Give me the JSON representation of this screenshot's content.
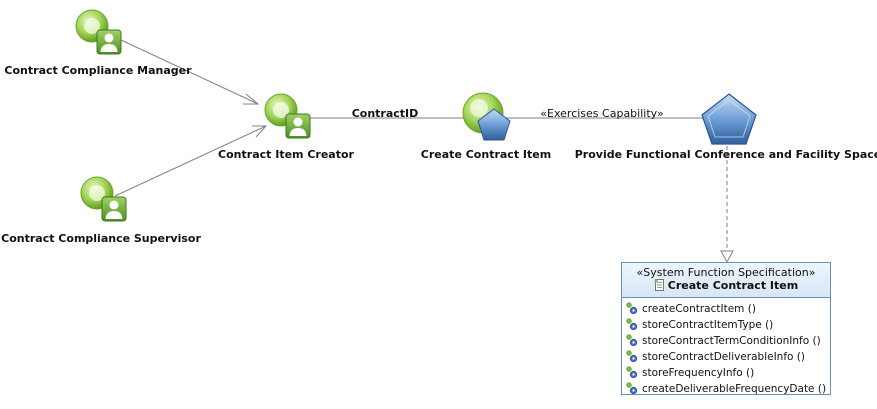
{
  "actors": [
    {
      "label": "Contract Compliance Manager",
      "icon": "actor-role-icon"
    },
    {
      "label": "Contract Compliance Supervisor",
      "icon": "actor-role-icon"
    },
    {
      "label": "Contract Item Creator",
      "icon": "actor-role-icon"
    }
  ],
  "function_node": {
    "label": "Create Contract Item",
    "icon": "system-function-icon"
  },
  "capability_node": {
    "label": "Provide Functional Conference and Facility Space",
    "icon": "capability-pentagon-icon"
  },
  "edges": {
    "contract_id_label": "ContractID",
    "exercises_label": "«Exercises Capability»"
  },
  "spec": {
    "stereotype": "«System Function Specification»",
    "title": "Create Contract Item",
    "operations": [
      "createContractItem ()",
      "storeContractItemType ()",
      "storeContractTermConditionInfo ()",
      "storeContractDeliverableInfo ()",
      "storeFrequencyInfo ()",
      "createDeliverableFrequencyDate ()"
    ]
  },
  "colors": {
    "actor_green": "#8cc63f",
    "actor_card": "#5aa02c",
    "pentagon_blue": "#5d8fc9",
    "spec_border": "#6a8fb8",
    "edge": "#7f7f7f"
  }
}
